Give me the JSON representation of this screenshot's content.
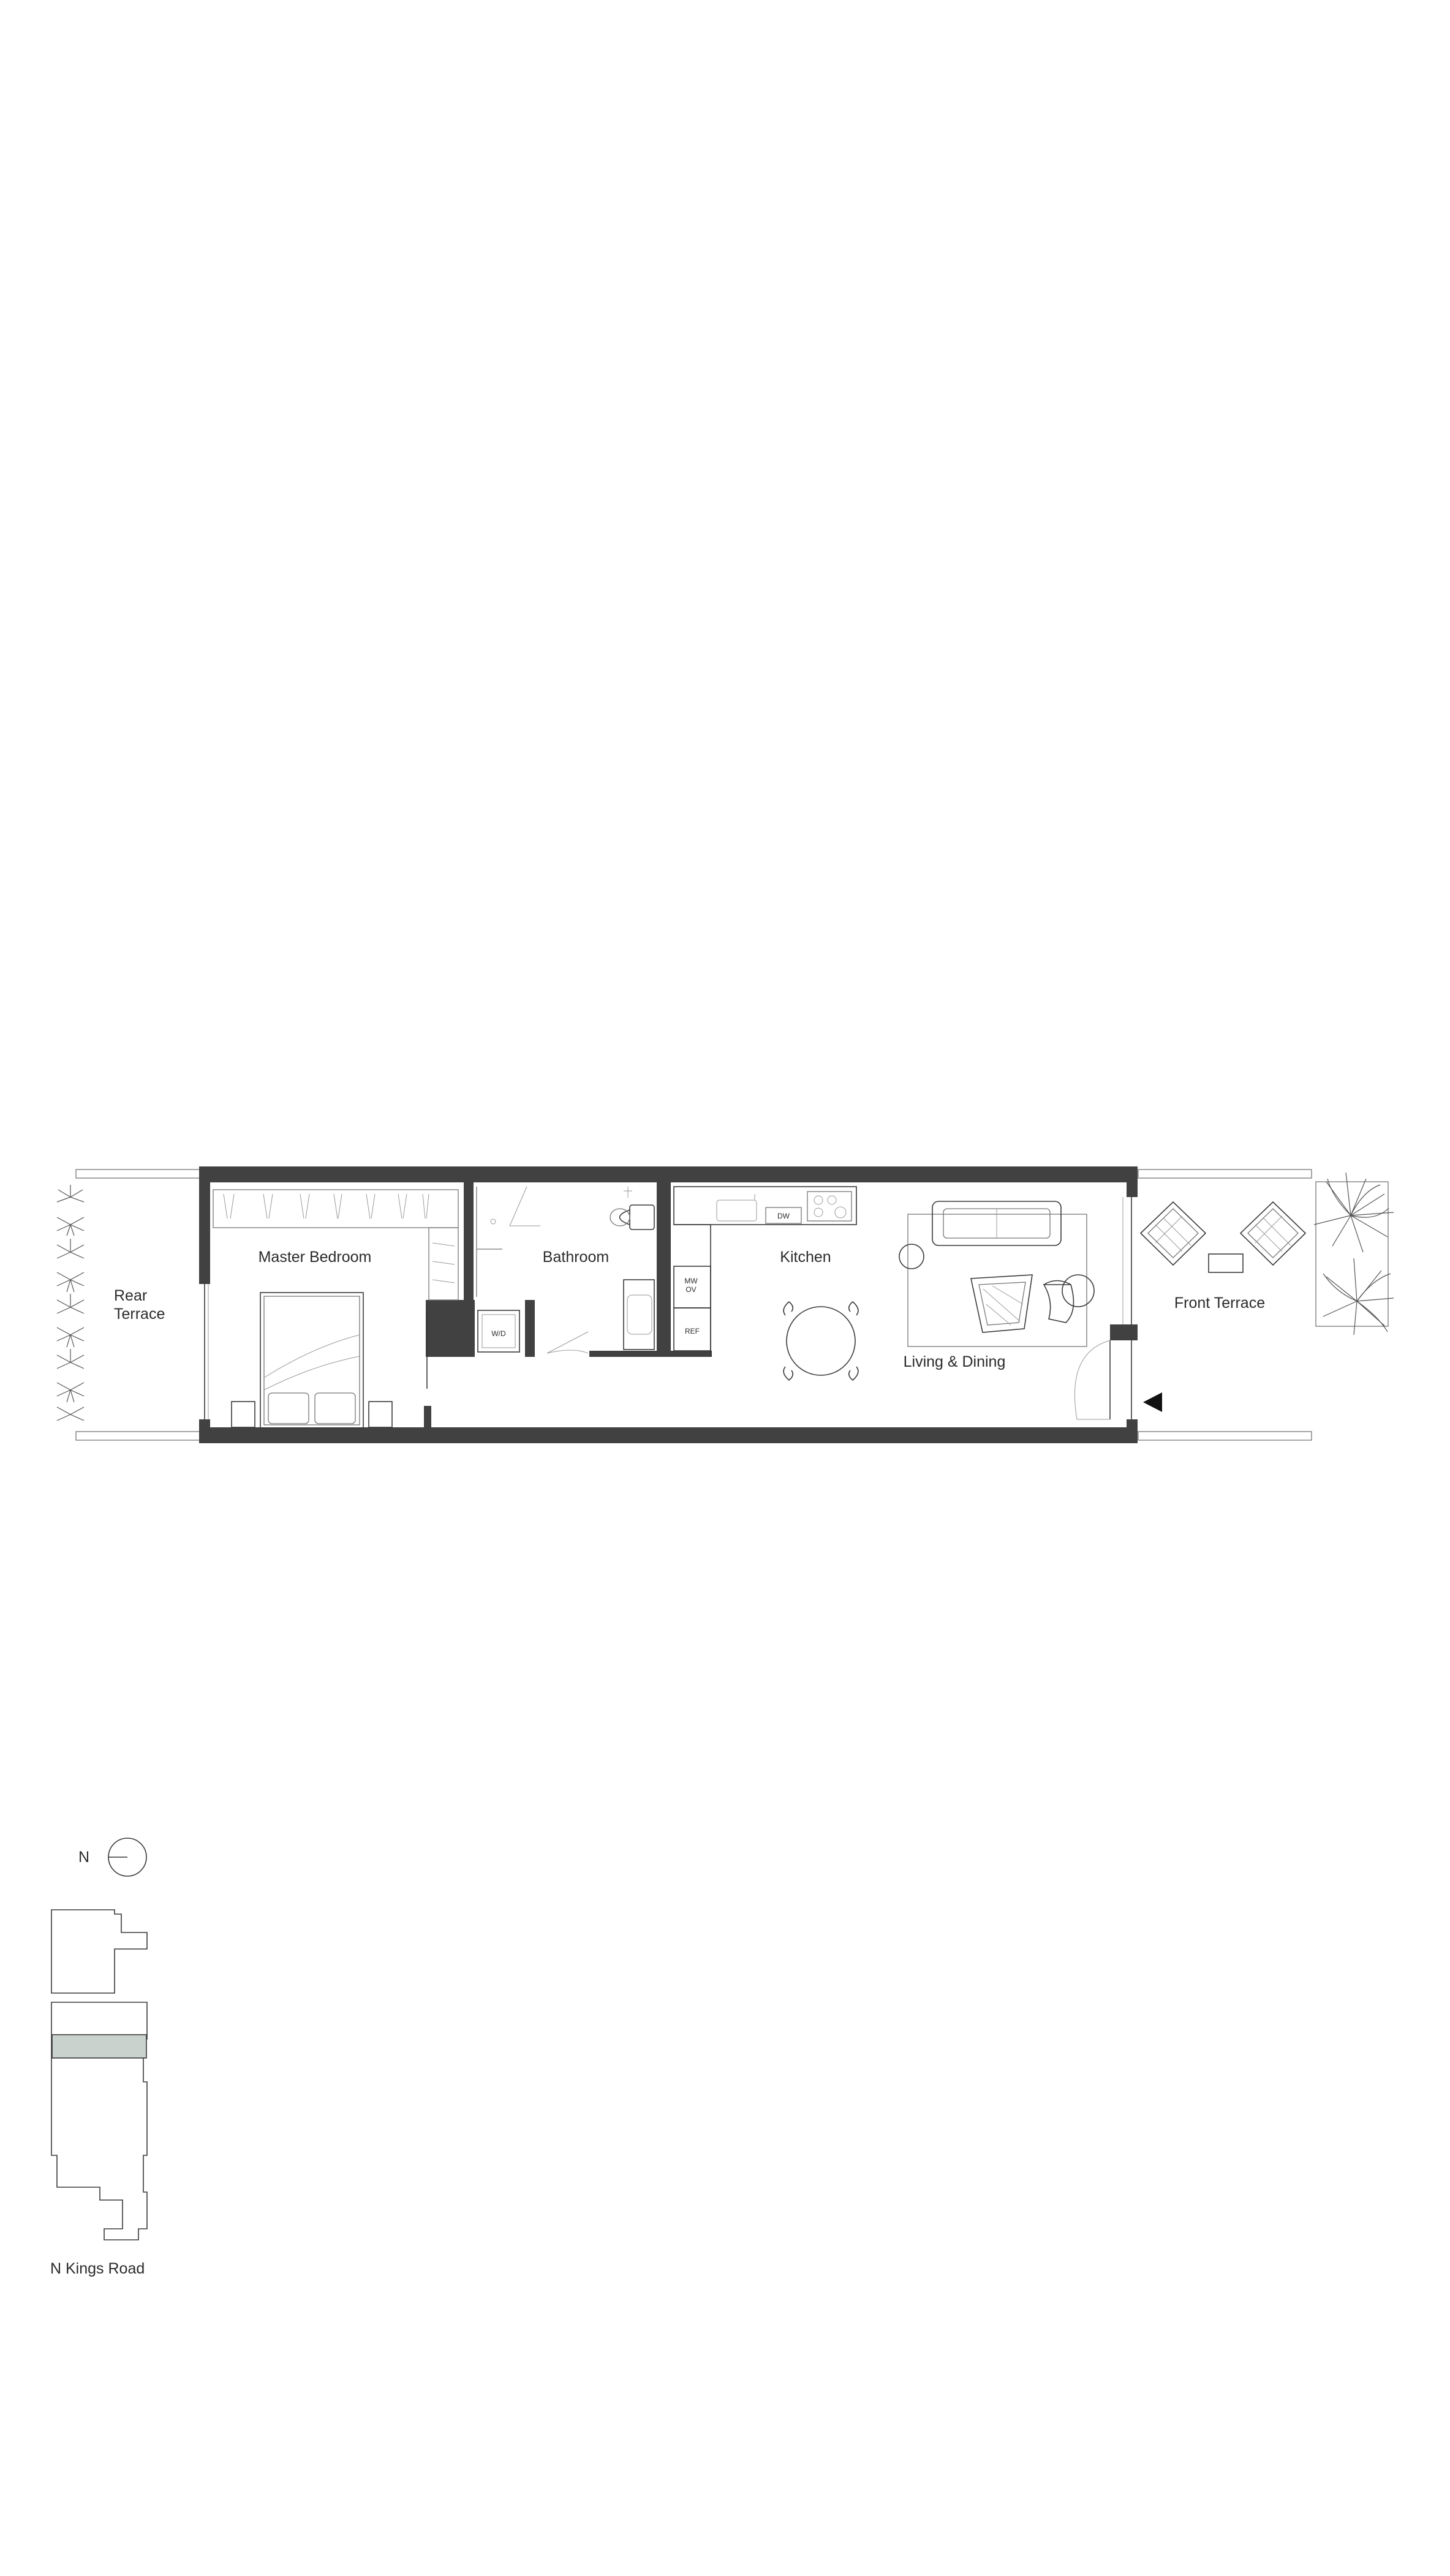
{
  "plan": {
    "rooms": {
      "rear_terrace_line1": "Rear",
      "rear_terrace_line2": "Terrace",
      "master_bedroom": "Master Bedroom",
      "bathroom": "Bathroom",
      "kitchen": "Kitchen",
      "living_dining": "Living & Dining",
      "front_terrace": "Front Terrace"
    },
    "appliances": {
      "dishwasher": "DW",
      "microwave": "MW",
      "oven": "OV",
      "refrigerator": "REF",
      "washer_dryer": "W/D"
    },
    "icons": [
      "entry-arrow-icon",
      "plant-icon",
      "north-compass-icon"
    ]
  },
  "key_plan": {
    "north_label": "N",
    "street_label": "N Kings Road",
    "highlight_color": "#c9d2cd"
  },
  "colors": {
    "wall": "#414141",
    "line": "#3a3a3a"
  }
}
